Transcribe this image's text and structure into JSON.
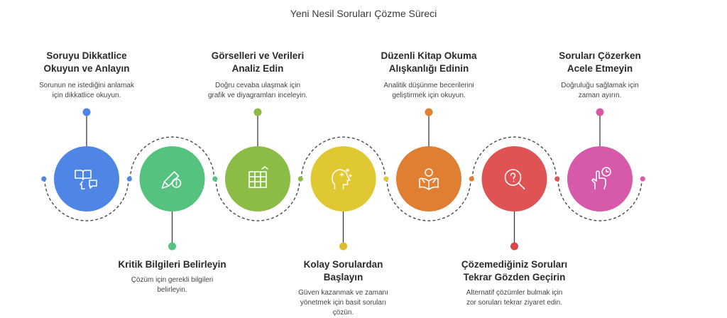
{
  "title": "Yeni Nesil Soruları Çözme Süreci",
  "steps": [
    {
      "title": "Soruyu Dikkatlice\nOkuyun ve Anlayın",
      "desc": "Sorunun ne istediğini anlamak\niçin dikkatlice okuyun.",
      "color": "#4f86e6",
      "dot": "#4f86e6",
      "icon": "reading-speaking-icon",
      "position": "top"
    },
    {
      "title": "Kritik Bilgileri Belirleyin",
      "desc": "Çözüm için gerekli bilgileri\nbelirleyin.",
      "color": "#55c27f",
      "dot": "#55c27f",
      "icon": "pencil-info-icon",
      "position": "bottom"
    },
    {
      "title": "Görselleri ve Verileri\nAnaliz Edin",
      "desc": "Doğru cevaba ulaşmak için\ngrafik ve diyagramları inceleyin.",
      "color": "#8cbc45",
      "dot": "#8cbc45",
      "icon": "spreadsheet-chart-icon",
      "position": "top"
    },
    {
      "title": "Kolay Sorulardan\nBaşlayın",
      "desc": "Güven kazanmak ve zamanı\nyönetmek için basit soruları\nçözün.",
      "color": "#e0c832",
      "dot": "#d9bd2c",
      "icon": "head-sparkle-icon",
      "position": "bottom"
    },
    {
      "title": "Düzenli Kitap Okuma\nAlışkanlığı Edinin",
      "desc": "Analitik düşünme becerilerini\ngeliştirmek için okuyun.",
      "color": "#e07e32",
      "dot": "#e07e32",
      "icon": "person-reading-icon",
      "position": "top"
    },
    {
      "title": "Çözemediğiniz Soruları\nTekrar Gözden Geçirin",
      "desc": "Alternatif çözümler bulmak için\nzor soruları tekrar ziyaret edin.",
      "color": "#e05355",
      "dot": "#d94749",
      "icon": "magnifier-question-icon",
      "position": "bottom"
    },
    {
      "title": "Soruları Çözerken\nAcele Etmeyin",
      "desc": "Doğruluğu sağlamak için\nzaman ayırın.",
      "color": "#d65aa9",
      "dot": "#d65aa9",
      "icon": "hand-clock-icon",
      "position": "top"
    }
  ]
}
